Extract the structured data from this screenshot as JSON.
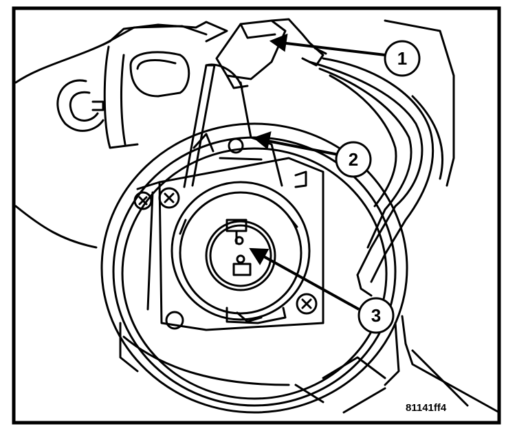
{
  "diagram": {
    "callouts": [
      {
        "id": "1",
        "label": "1"
      },
      {
        "id": "2",
        "label": "2"
      },
      {
        "id": "3",
        "label": "3"
      }
    ],
    "figure_id": "81141ff4",
    "colors": {
      "line": "#000000",
      "background": "#ffffff"
    }
  }
}
